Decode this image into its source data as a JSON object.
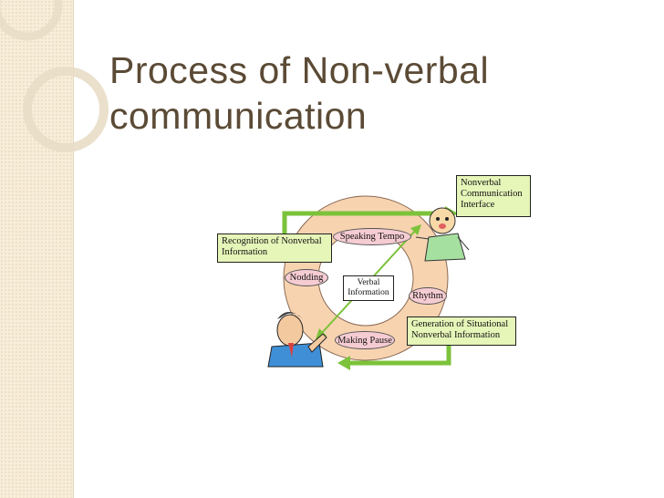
{
  "slide": {
    "title_line1": "Process of Non-verbal",
    "title_line2": "communication"
  },
  "diagram": {
    "center_label_line1": "Verbal",
    "center_label_line2": "Information",
    "ring_items": {
      "speaking_tempo": "Speaking Tempo",
      "nodding": "Nodding",
      "rhythm": "Rhythm",
      "making_pause": "Making Pause"
    },
    "boxes": {
      "interface_line1": "Nonverbal",
      "interface_line2": "Communication",
      "interface_line3": "Interface",
      "recognition_line1": "Recognition of Nonverbal",
      "recognition_line2": "Information",
      "generation_line1": "Generation of Situational",
      "generation_line2": "Nonverbal Information"
    },
    "colors": {
      "ring": "#f7d3b0",
      "arrow": "#7cc23a",
      "box_fill": "#e6f5b8",
      "pill_fill": "#f6ccd3"
    }
  }
}
